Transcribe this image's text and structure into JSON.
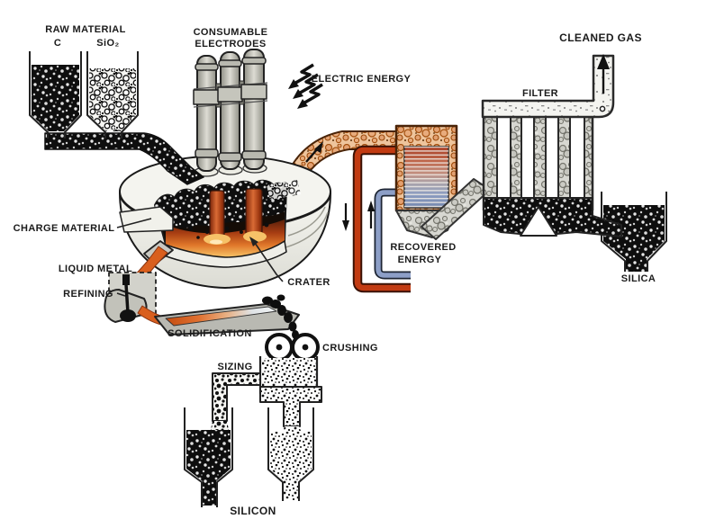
{
  "diagram_title": "Silicon production process diagram",
  "labels": {
    "raw_material": "RAW MATERIAL",
    "raw_material_c": "C",
    "raw_material_sio2": "SiO₂",
    "consumable_electrodes_line1": "CONSUMABLE",
    "consumable_electrodes_line2": "ELECTRODES",
    "electric_energy": "ELECTRIC ENERGY",
    "charge_material": "CHARGE MATERIAL",
    "crater": "CRATER",
    "liquid_metal": "LIQUID METAL",
    "refining": "REFINING",
    "solidification": "SOLIDIFICATION",
    "crushing": "CRUSHING",
    "sizing": "SIZING",
    "silicon": "SILICON",
    "recovered_energy_line1": "RECOVERED",
    "recovered_energy_line2": "ENERGY",
    "filter": "FILTER",
    "cleaned_gas": "CLEANED GAS",
    "silica": "SILICA"
  },
  "colors": {
    "liquid_metal": "#d95f1e",
    "hot_pipe": "#c23b12",
    "cold_pipe": "#8d9fc7",
    "hot_gas_duct": "#eec49c",
    "glow": "#f2a93b",
    "furnace_shell": "#f2f2ec",
    "steel_gray": "#c9c9c1",
    "outline": "#1b1b1b"
  }
}
